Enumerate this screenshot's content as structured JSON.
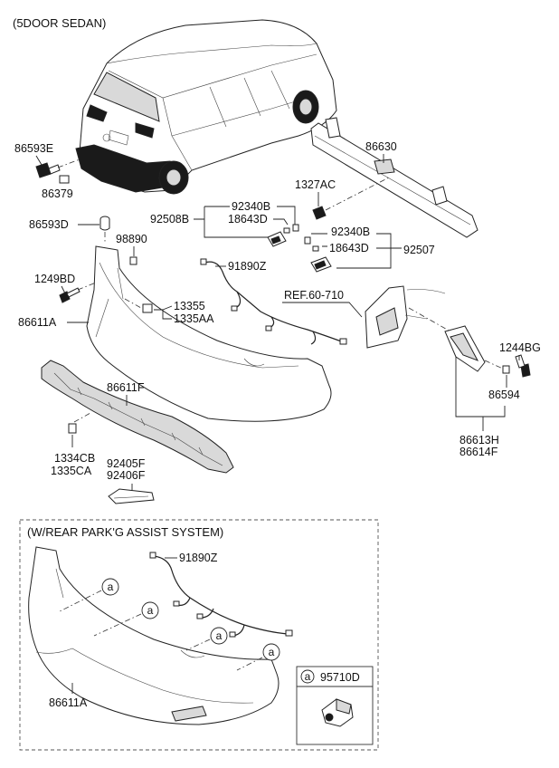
{
  "header": {
    "variant": "(5DOOR SEDAN)"
  },
  "labels": {
    "p86593E": "86593E",
    "p86379": "86379",
    "p86593D": "86593D",
    "p98890": "98890",
    "p1249BD": "1249BD",
    "p86611A": "86611A",
    "p13355": "13355",
    "p1335AA": "1335AA",
    "p86611F": "86611F",
    "p1334CB": "1334CB",
    "p1335CA": "1335CA",
    "p92405F": "92405F",
    "p92406F": "92406F",
    "p86630": "86630",
    "p1327AC": "1327AC",
    "p92340B_a": "92340B",
    "p18643D_a": "18643D",
    "p92508B": "92508B",
    "p92340B_b": "92340B",
    "p18643D_b": "18643D",
    "p92507": "92507",
    "p91890Z": "91890Z",
    "ref": "REF.60-710",
    "p1244BG": "1244BG",
    "p86594": "86594",
    "p86613H": "86613H",
    "p86614F": "86614F"
  },
  "inset": {
    "title": "(W/REAR PARK'G ASSIST SYSTEM)",
    "p91890Z": "91890Z",
    "p86611A": "86611A",
    "callout_letter": "a",
    "legend_part": "95710D"
  }
}
